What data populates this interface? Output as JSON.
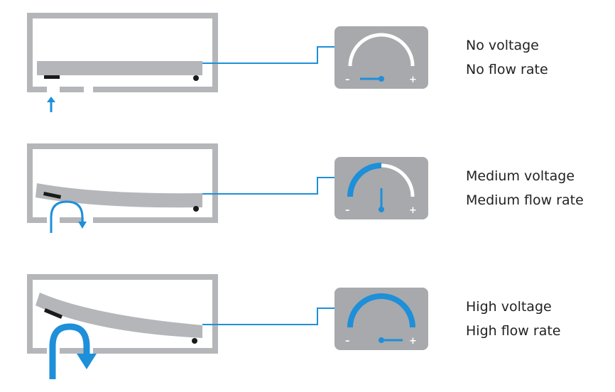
{
  "colors": {
    "housing": "#b4b6b9",
    "flow": "#1e8fd9",
    "wire": "#1e8fd9",
    "gauge_panel": "#a7a9ac",
    "gauge_arc": "#ffffff",
    "contact": "#1a1a1a",
    "text": "#222222"
  },
  "gauge_signs": {
    "minus": "–",
    "plus": "+"
  },
  "states": [
    {
      "voltage_label": "No voltage",
      "flow_label": "No flow rate",
      "voltage_level": 0.0,
      "flow_level": 0.0
    },
    {
      "voltage_label": "Medium voltage",
      "flow_label": "Medium flow rate",
      "voltage_level": 0.5,
      "flow_level": 0.5
    },
    {
      "voltage_label": "High voltage",
      "flow_label": "High flow rate",
      "voltage_level": 1.0,
      "flow_level": 1.0
    }
  ]
}
